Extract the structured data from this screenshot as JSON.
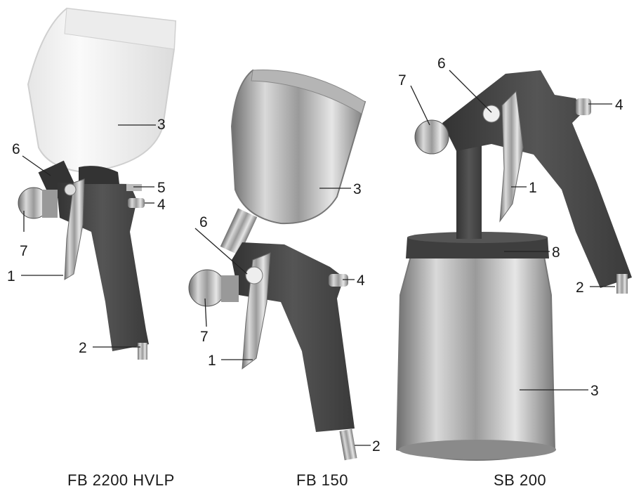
{
  "products": [
    {
      "name": "FB 2200 HVLP",
      "callouts": {
        "c1": "1",
        "c2": "2",
        "c3": "3",
        "c4": "4",
        "c5": "5",
        "c6": "6",
        "c7": "7"
      }
    },
    {
      "name": "FB 150",
      "callouts": {
        "c1": "1",
        "c2": "2",
        "c3": "3",
        "c4": "4",
        "c6": "6",
        "c7": "7"
      }
    },
    {
      "name": "SB 200",
      "callouts": {
        "c1": "1",
        "c2": "2",
        "c3": "3",
        "c4": "4",
        "c6": "6",
        "c7": "7",
        "c8": "8"
      }
    }
  ],
  "colors": {
    "body": "#4a4a4a",
    "chrome": "#c8c8c8",
    "cup_plastic": "#f2f2f2",
    "line": "#222222"
  }
}
